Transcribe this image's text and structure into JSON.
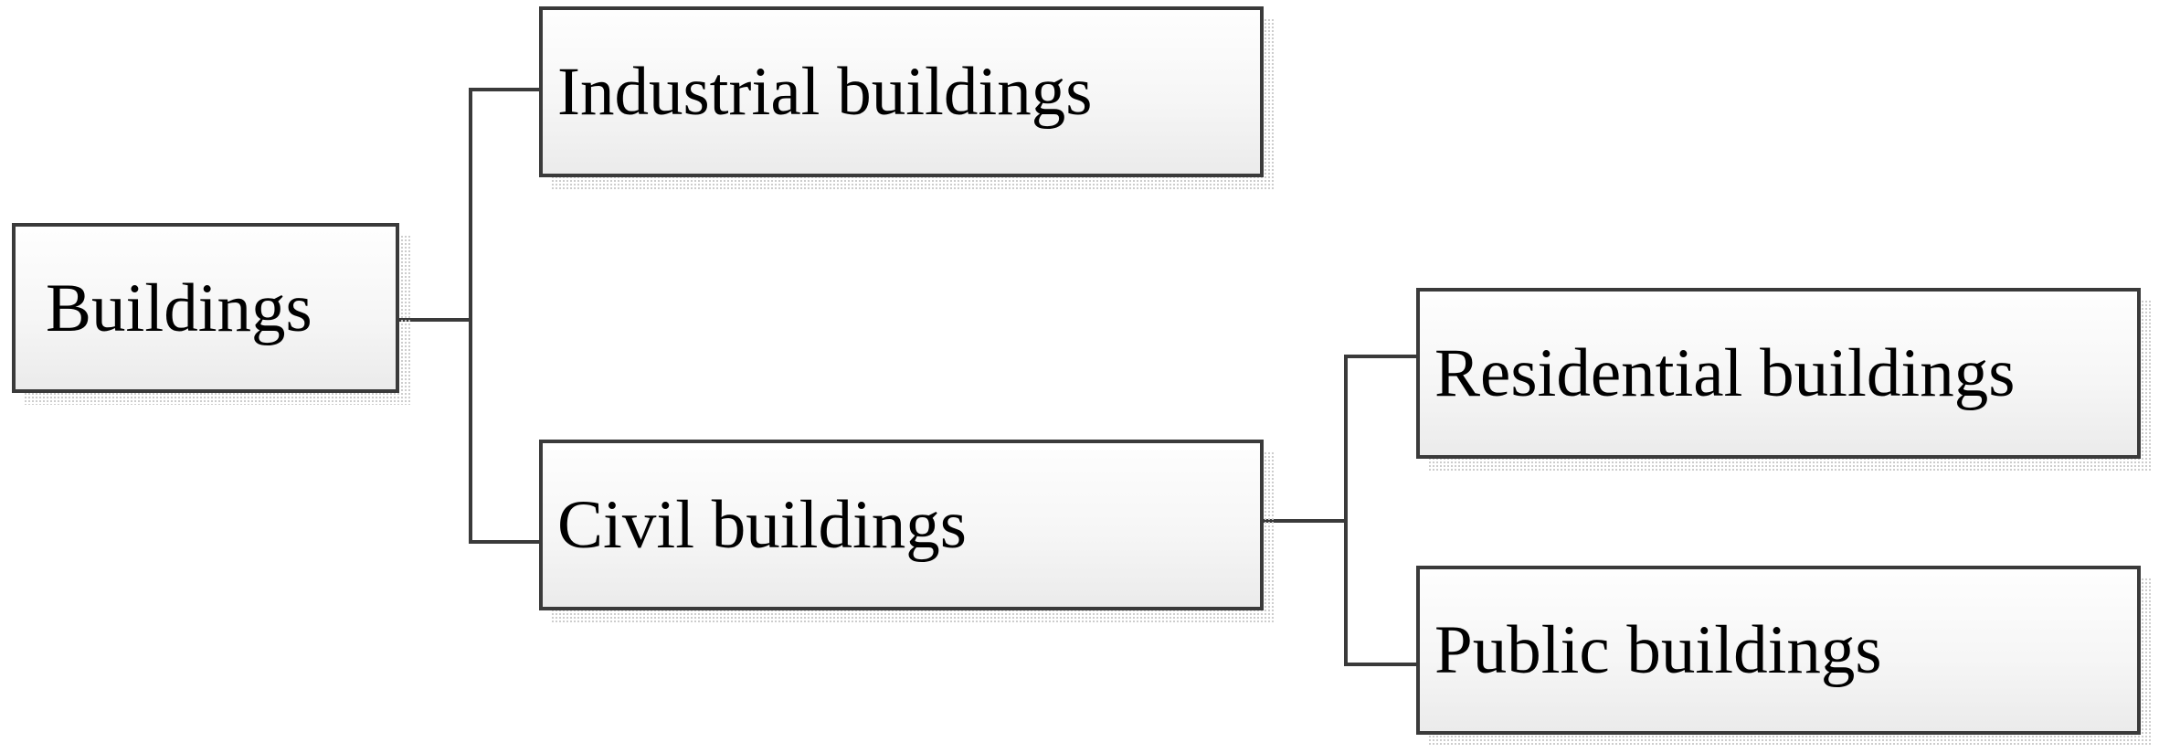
{
  "diagram": {
    "type": "tree",
    "nodes": [
      {
        "id": "buildings",
        "label": "Buildings",
        "level": 0
      },
      {
        "id": "industrial",
        "label": "Industrial buildings",
        "level": 1
      },
      {
        "id": "civil",
        "label": "Civil buildings",
        "level": 1
      },
      {
        "id": "residential",
        "label": "Residential buildings",
        "level": 2
      },
      {
        "id": "public",
        "label": "Public buildings",
        "level": 2
      }
    ],
    "edges": [
      {
        "from": "buildings",
        "to": "industrial"
      },
      {
        "from": "buildings",
        "to": "civil"
      },
      {
        "from": "civil",
        "to": "residential"
      },
      {
        "from": "civil",
        "to": "public"
      }
    ],
    "colors": {
      "background": "#ffffff",
      "box_border": "#3a3a3a",
      "box_fill_top": "#fefefe",
      "box_fill_bottom": "#ebebeb",
      "connector": "#3a3a3a",
      "shadow_dots": "#c9c9c9",
      "text": "#000000"
    }
  }
}
